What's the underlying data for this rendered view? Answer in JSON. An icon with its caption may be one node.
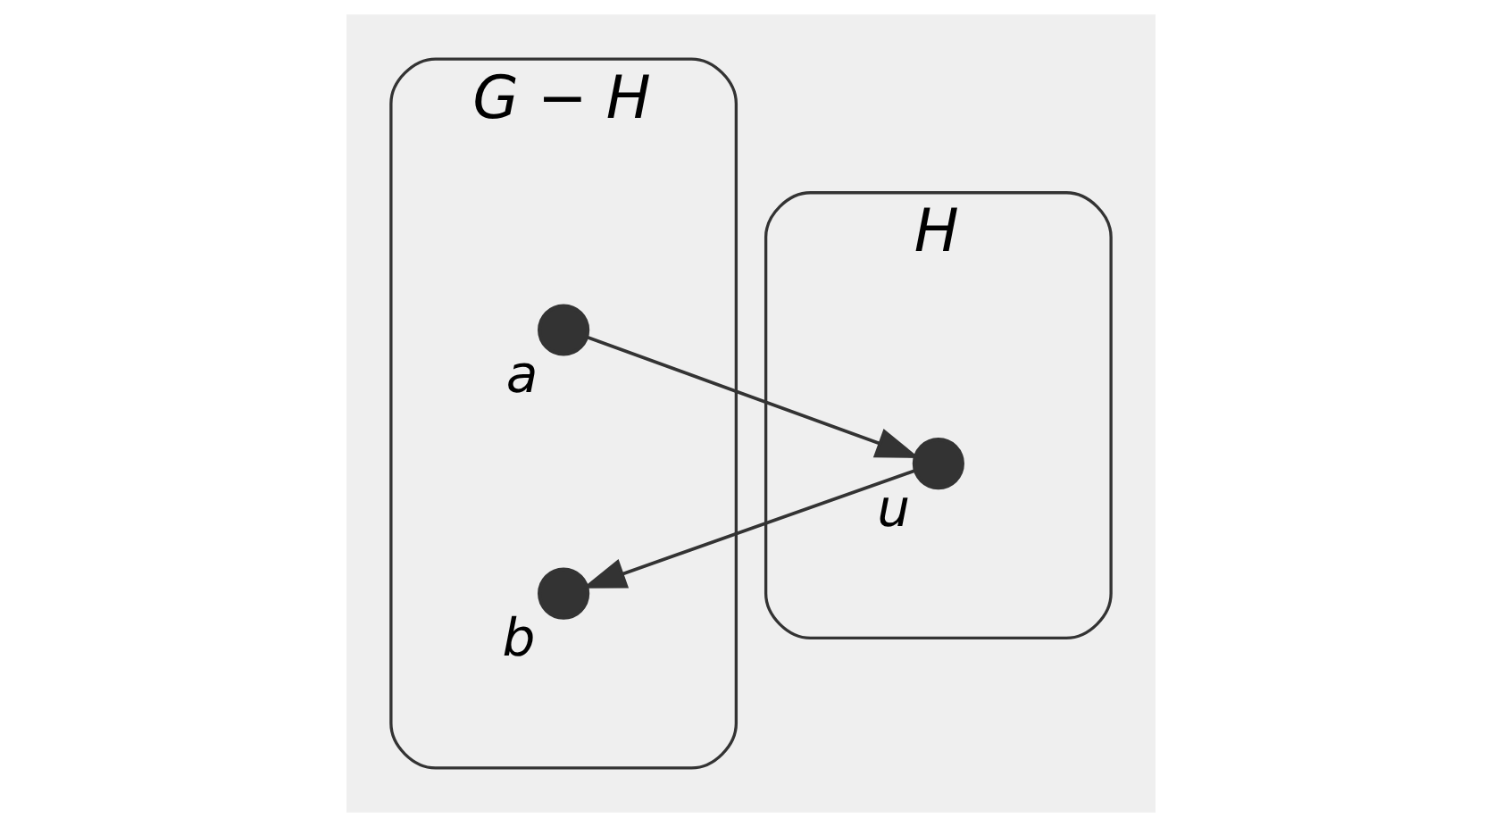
{
  "diagram": {
    "nodes": [
      {
        "text": [
          "G − H"
        ]
      },
      {
        "text": [
          "H"
        ]
      },
      {
        "text": [],
        "shape": "circle",
        "beside": [
          "a"
        ],
        "in": 0
      },
      {
        "text": [],
        "shape": "circle",
        "beside": [
          "b"
        ],
        "in": 0
      },
      {
        "text": [],
        "shape": "circle",
        "beside": [
          "u"
        ],
        "in": 1
      }
    ],
    "edges": [
      {
        "from": 2,
        "to": 4,
        "arrow": "to"
      },
      {
        "from": 4,
        "to": 3,
        "arrow": "to"
      }
    ]
  }
}
